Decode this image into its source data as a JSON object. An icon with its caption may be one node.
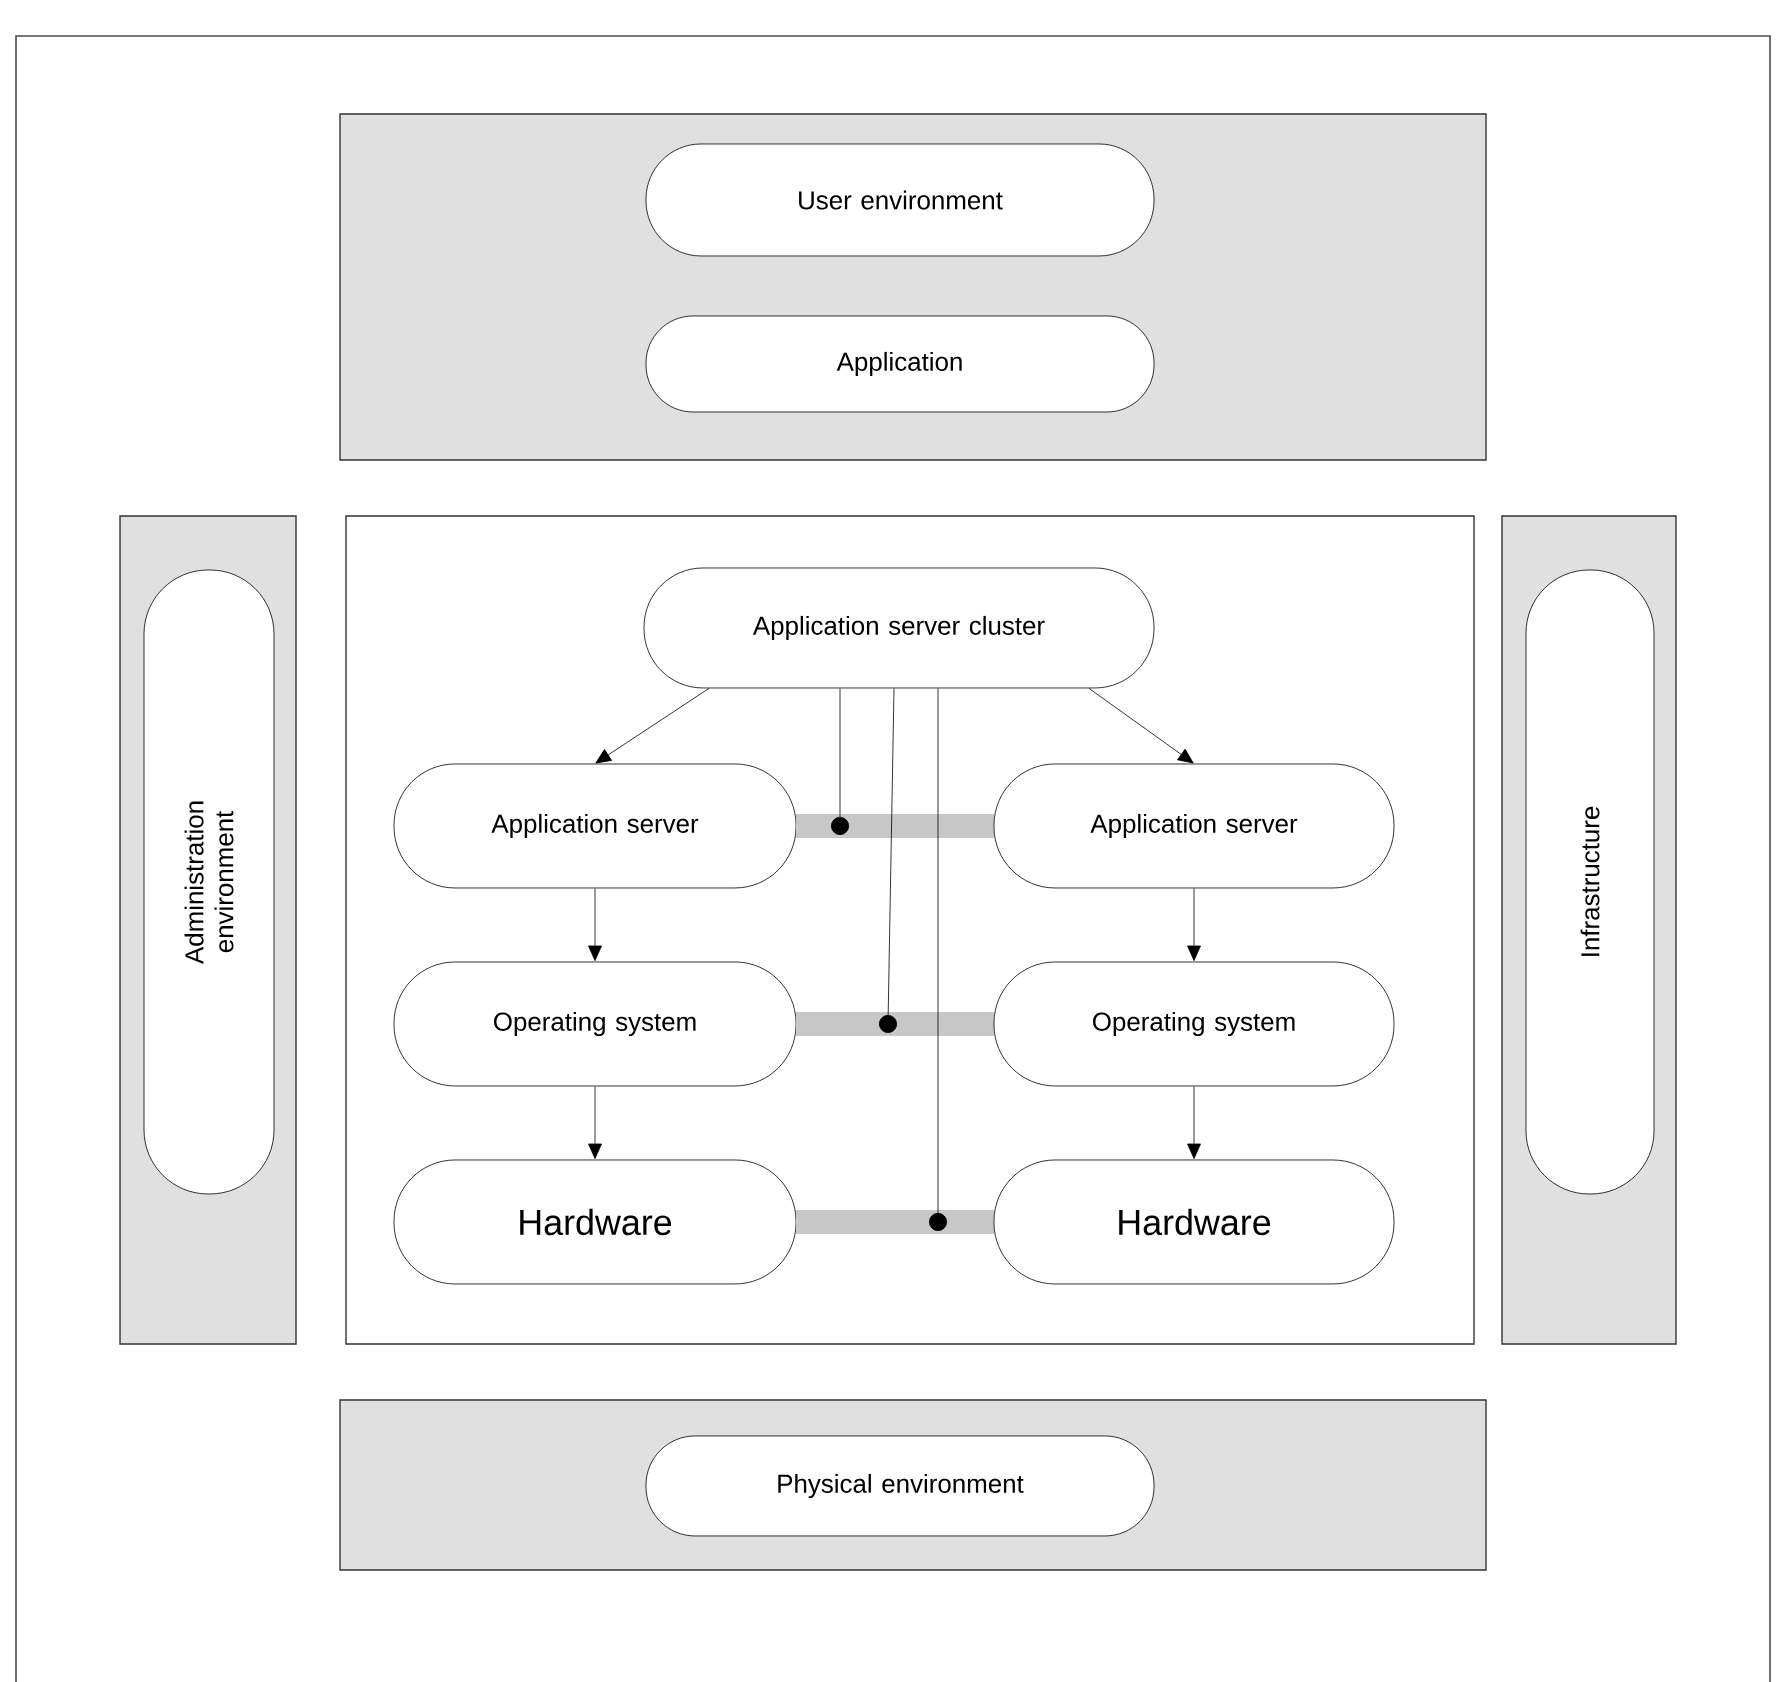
{
  "diagram": {
    "nodes": [
      {
        "text": [],
        "shape": "box"
      },
      {
        "text": [
          "User environment"
        ],
        "in": 0
      },
      {
        "text": [
          "Application"
        ],
        "in": 0
      },
      {
        "text": [],
        "shape": "box"
      },
      {
        "text": [
          "Administration environment"
        ],
        "in": 3
      },
      {
        "text": [],
        "shape": "box"
      },
      {
        "text": [
          "Application server cluster"
        ],
        "in": 5
      },
      {
        "text": [],
        "shape": "box"
      },
      {
        "text": [
          "Infrastructure"
        ],
        "in": 7
      },
      {
        "text": [
          "Application server"
        ],
        "in": 5
      },
      {
        "text": [],
        "shape": "bar",
        "in": 5
      },
      {
        "text": [
          "Application server"
        ],
        "in": 5
      },
      {
        "text": [
          "Operating system"
        ],
        "in": 5
      },
      {
        "text": [],
        "shape": "bar",
        "in": 5
      },
      {
        "text": [
          "Operating system"
        ],
        "in": 5
      },
      {
        "text": [
          "Hardware"
        ],
        "in": 5
      },
      {
        "text": [],
        "shape": "bar",
        "in": 5
      },
      {
        "text": [
          "Hardware"
        ],
        "in": 5
      },
      {
        "text": [],
        "shape": "box"
      },
      {
        "text": [
          "Physical environment"
        ],
        "in": 18
      }
    ],
    "edges": [
      {
        "from": 6,
        "to": 9,
        "arrow": "to"
      },
      {
        "from": 6,
        "to": 11,
        "arrow": "to"
      },
      {
        "from": 6,
        "to": 10,
        "arrow": "other"
      },
      {
        "from": 6,
        "to": 13,
        "arrow": "other"
      },
      {
        "from": 6,
        "to": 16,
        "arrow": "other"
      },
      {
        "from": 9,
        "to": 12,
        "arrow": "to"
      },
      {
        "from": 12,
        "to": 15,
        "arrow": "to"
      },
      {
        "from": 11,
        "to": 14,
        "arrow": "to"
      },
      {
        "from": 14,
        "to": 17,
        "arrow": "to"
      }
    ]
  }
}
